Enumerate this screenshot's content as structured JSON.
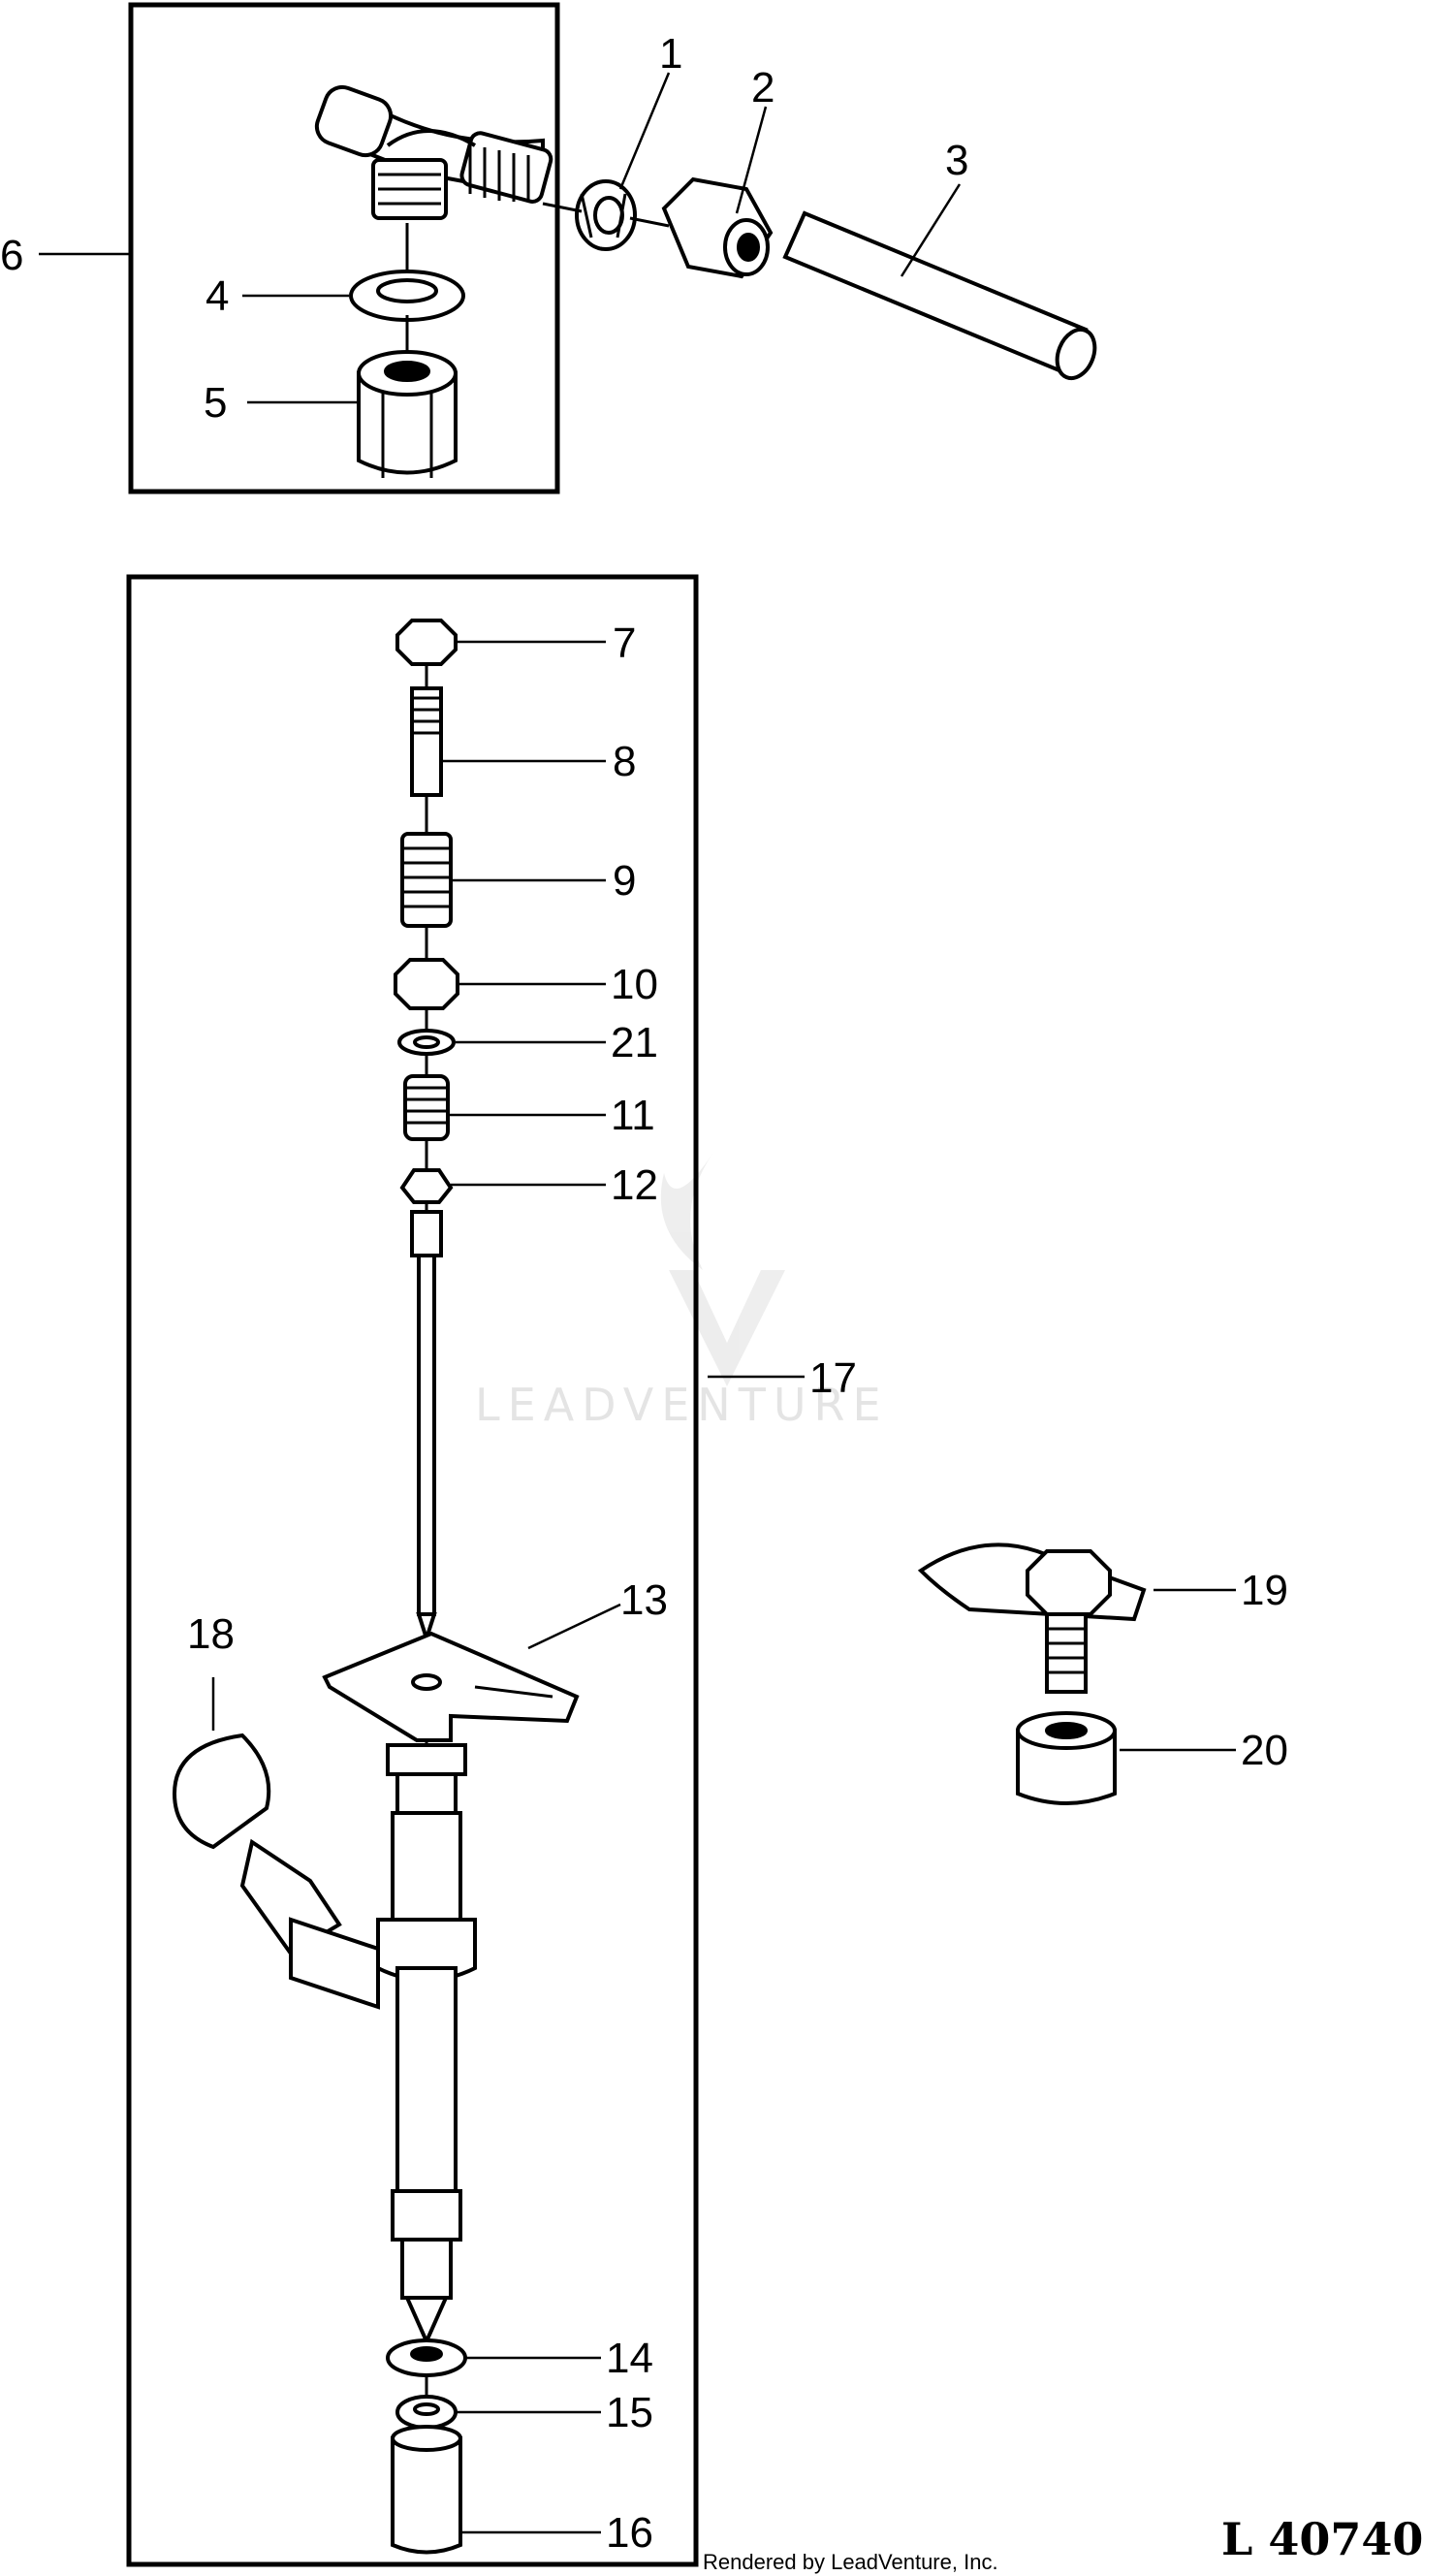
{
  "callouts": {
    "c1": "1",
    "c2": "2",
    "c3": "3",
    "c4": "4",
    "c5": "5",
    "c6": "6",
    "c7": "7",
    "c8": "8",
    "c9": "9",
    "c10": "10",
    "c11": "11",
    "c12": "12",
    "c13": "13",
    "c14": "14",
    "c15": "15",
    "c16": "16",
    "c17": "17",
    "c18": "18",
    "c19": "19",
    "c20": "20",
    "c21": "21"
  },
  "reference_number": "L 40740",
  "credit": "Rendered by LeadVenture, Inc.",
  "watermark": "LEADVENTURE"
}
